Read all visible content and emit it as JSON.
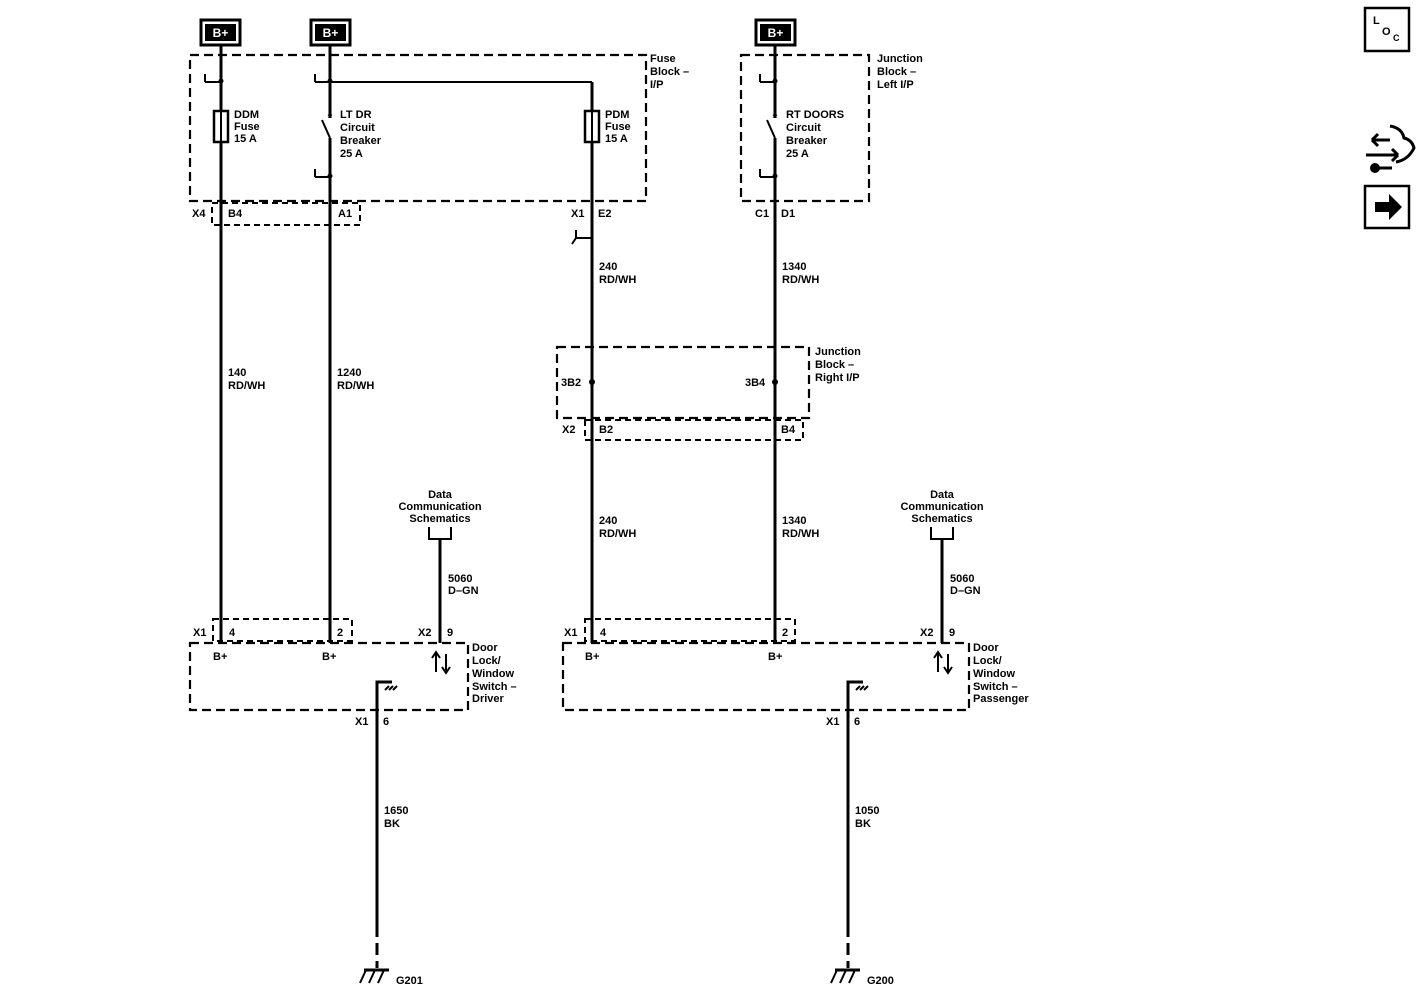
{
  "power_sources": [
    "B+",
    "B+",
    "B+"
  ],
  "fuse_block": {
    "name": [
      "Fuse",
      "Block –",
      "I/P"
    ]
  },
  "left_junction_block": {
    "name": [
      "Junction",
      "Block –",
      "Left I/P"
    ]
  },
  "right_junction_block": {
    "name": [
      "Junction",
      "Block –",
      "Right I/P"
    ]
  },
  "ddm_fuse": [
    "DDM",
    "Fuse",
    "15 A"
  ],
  "lt_dr_breaker": [
    "LT DR",
    "Circuit",
    "Breaker",
    "25 A"
  ],
  "pdm_fuse": [
    "PDM",
    "Fuse",
    "15 A"
  ],
  "rt_doors_breaker": [
    "RT DOORS",
    "Circuit",
    "Breaker",
    "25 A"
  ],
  "connectors": {
    "x4": "X4",
    "b4_top": "B4",
    "a1": "A1",
    "x1_top": "X1",
    "e2": "E2",
    "c1": "C1",
    "d1": "D1",
    "x2_junction": "X2",
    "b2": "B2",
    "b4_junction": "B4",
    "j3b2": "3B2",
    "j3b4": "3B4",
    "x1_drv": "X1",
    "pin4_drv": "4",
    "pin2_drv": "2",
    "x2_drv": "X2",
    "pin9_drv": "9",
    "x1_pas": "X1",
    "pin4_pas": "4",
    "pin2_pas": "2",
    "x2_pas": "X2",
    "pin9_pas": "9",
    "x1_drv_gnd": "X1",
    "pin6_drv": "6",
    "x1_pas_gnd": "X1",
    "pin6_pas": "6"
  },
  "wires": {
    "w140": [
      "140",
      "RD/WH"
    ],
    "w1240": [
      "1240",
      "RD/WH"
    ],
    "w240_upper": [
      "240",
      "RD/WH"
    ],
    "w240_lower": [
      "240",
      "RD/WH"
    ],
    "w1340_upper": [
      "1340",
      "RD/WH"
    ],
    "w1340_lower": [
      "1340",
      "RD/WH"
    ],
    "w5060_drv": [
      "5060",
      "D–GN"
    ],
    "w5060_pas": [
      "5060",
      "D–GN"
    ],
    "w1650": [
      "1650",
      "BK"
    ],
    "w1050": [
      "1050",
      "BK"
    ]
  },
  "data_comm": [
    "Data",
    "Communication",
    "Schematics"
  ],
  "driver_switch": {
    "name": [
      "Door",
      "Lock/",
      "Window",
      "Switch –",
      "Driver"
    ],
    "bplus_1": "B+",
    "bplus_2": "B+"
  },
  "passenger_switch": {
    "name": [
      "Door",
      "Lock/",
      "Window",
      "Switch –",
      "Passenger"
    ],
    "bplus_1": "B+",
    "bplus_2": "B+"
  },
  "grounds": {
    "g201": "G201",
    "g200": "G200"
  },
  "side_icons": {
    "loc": "L",
    "loc_sub": "O",
    "loc_sub2": "C",
    "icons": [
      "loc-icon",
      "wire-harness-icon",
      "arrow-right-icon"
    ]
  }
}
